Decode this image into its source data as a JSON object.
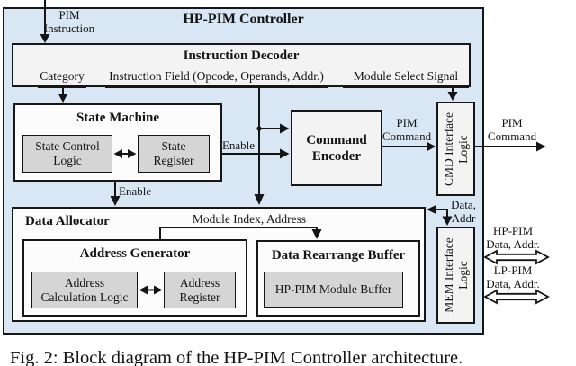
{
  "colors": {
    "panel_bg": "#d9e6f3",
    "box_fill_light": "#f3f3f3",
    "box_fill_white": "#fcfcfc",
    "gray_fill": "#d5d5d5",
    "line": "#141414"
  },
  "controller": {
    "title": "HP-PIM Controller"
  },
  "input_signal": {
    "line1": "PIM",
    "line2": "Instruction"
  },
  "instruction_decoder": {
    "title": "Instruction Decoder",
    "category": "Category",
    "instruction_field": "Instruction Field (Opcode, Operands, Addr.)",
    "module_select": "Module Select Signal"
  },
  "state_machine": {
    "title": "State Machine",
    "state_control": {
      "line1": "State Control",
      "line2": "Logic"
    },
    "state_register": {
      "line1": "State",
      "line2": "Register"
    }
  },
  "command_encoder": {
    "line1": "Command",
    "line2": "Encoder"
  },
  "cmd_interface": {
    "line1": "CMD Interface",
    "line2": "Logic"
  },
  "mem_interface": {
    "line1": "MEM Interface",
    "line2": "Logic"
  },
  "data_allocator": {
    "title": "Data Allocator",
    "address_generator": {
      "title": "Address Generator",
      "addr_calc": {
        "line1": "Address",
        "line2": "Calculation Logic"
      },
      "addr_reg": {
        "line1": "Address",
        "line2": "Register"
      }
    },
    "rearrange_buffer": {
      "title": "Data Rearrange Buffer",
      "module_buffer": "HP-PIM Module Buffer"
    }
  },
  "signals": {
    "enable_to_encoder": "Enable",
    "enable_to_allocator": "Enable",
    "pim_command_internal": {
      "line1": "PIM",
      "line2": "Command"
    },
    "pim_command_output": {
      "line1": "PIM",
      "line2": "Command"
    },
    "module_index": "Module Index, Address",
    "data_addr": {
      "line1": "Data,",
      "line2": "Addr"
    },
    "hp_pim_bus": {
      "line1": "HP-PIM",
      "line2": "Data, Addr."
    },
    "lp_pim_bus": {
      "line1": "LP-PIM",
      "line2": "Data, Addr."
    }
  },
  "caption": "Fig. 2: Block diagram of the HP-PIM Controller architecture."
}
